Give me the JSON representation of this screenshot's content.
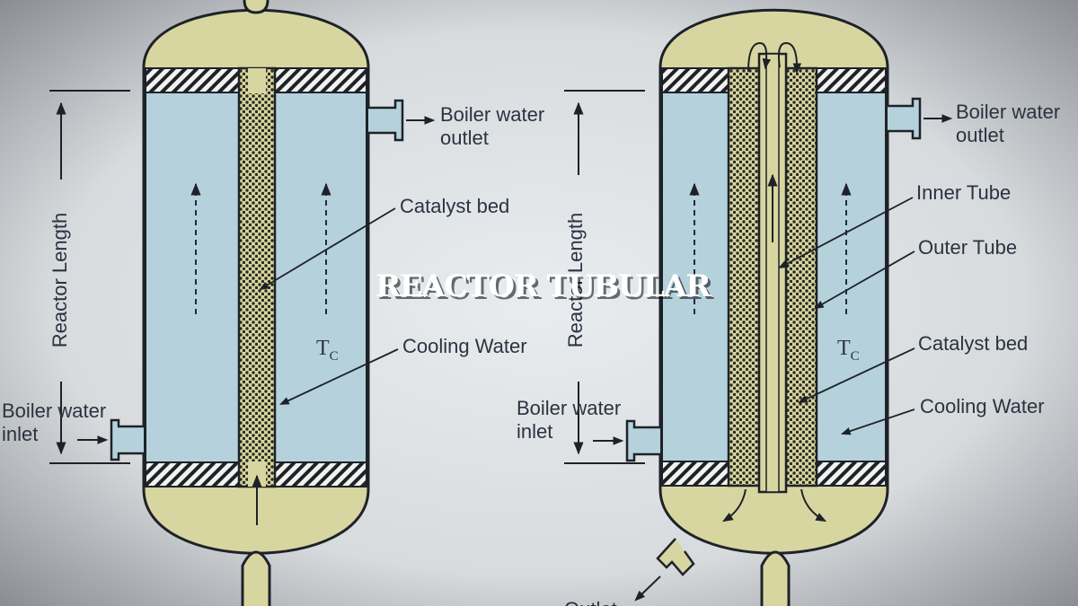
{
  "title": "REACTOR TUBULAR",
  "left_reactor": {
    "axis_label": "Reactor Length",
    "temp_symbol": "T",
    "temp_subscript": "C",
    "labels": {
      "boiler_outlet_1": "Boiler water",
      "boiler_outlet_2": "outlet",
      "catalyst_bed": "Catalyst bed",
      "cooling_water": "Cooling Water",
      "boiler_inlet_1": "Boiler water",
      "boiler_inlet_2": "inlet"
    }
  },
  "right_reactor": {
    "axis_label": "Reactor Length",
    "temp_symbol": "T",
    "temp_subscript": "C",
    "labels": {
      "boiler_outlet_1": "Boiler water",
      "boiler_outlet_2": "outlet",
      "inner_tube": "Inner Tube",
      "outer_tube": "Outer Tube",
      "catalyst_bed": "Catalyst bed",
      "cooling_water": "Cooling Water",
      "boiler_inlet_1": "Boiler water",
      "boiler_inlet_2": "inlet",
      "outlet": "Outlet"
    }
  },
  "colors": {
    "vessel_fill": "#d8d6a0",
    "cooling_fill": "#b5d2dc",
    "outline": "#1e2228",
    "background": "#dfe3e6"
  }
}
